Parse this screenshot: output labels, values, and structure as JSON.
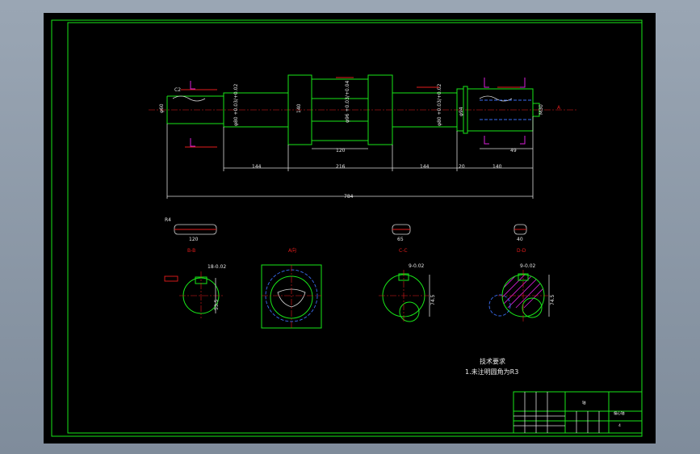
{
  "colors": {
    "paper": "#000000",
    "border": "#19e619",
    "dimension": "#d8d8d8",
    "centerline": "#e51c1c",
    "section_mark": "#d81fd8",
    "hidden": "#3a6cf0"
  },
  "shaft": {
    "chamfer_label": "C2",
    "diam_labels": [
      "φ60",
      "φ80 +0.03/+0.02",
      "140",
      "φ96 +0.03/+0.04",
      "φ80 +0.03/+0.02",
      "φ94",
      "M30"
    ],
    "length_labels": [
      "144",
      "216",
      "144",
      "20",
      "140",
      "120",
      "49",
      "784"
    ],
    "end_mark": "A"
  },
  "keys": [
    {
      "label": "120",
      "note": "R4"
    },
    {
      "label": "65"
    },
    {
      "label": "40"
    }
  ],
  "sections": [
    {
      "title": "B-B",
      "dim_top": "18-0.02",
      "dim_side": "53.5"
    },
    {
      "title": "A向"
    },
    {
      "title": "C-C",
      "dim_top": "9-0.02",
      "dim_side": "74.5"
    },
    {
      "title": "D-D",
      "dim_top": "9-0.02",
      "dim_side": "74.5"
    }
  ],
  "tech_notes": {
    "title": "技术要求",
    "line1": "1.未注明圆角为R3"
  },
  "title_block": {
    "part_name": "轴",
    "drawing_name": "偏心轴",
    "scale": "4"
  }
}
